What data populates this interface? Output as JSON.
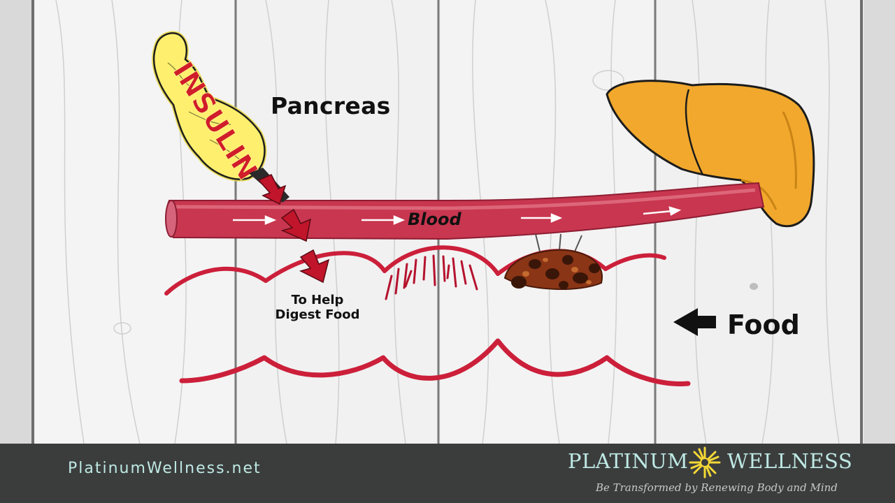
{
  "diagram": {
    "pancreas_label": "Pancreas",
    "insulin_text": "INSULIN",
    "blood_label": "Blood",
    "help_label": "To Help Digest Food",
    "food_label": "Food"
  },
  "footer": {
    "site_url": "PlatinumWellness.net",
    "brand_left": "PLATINUM",
    "brand_right": "WELLNESS",
    "tagline": "Be Transformed by Renewing Body and Mind"
  },
  "colors": {
    "vessel": "#c8364f",
    "intestine": "#cc1f3a",
    "insulin_arrow": "#c0152a",
    "liver": "#f2a82c",
    "pancreas": "#ffef6e",
    "footer_bg": "#3b3d3d",
    "brand_text": "#bfe9e4",
    "flower": "#f4d835"
  },
  "icons": [
    "insulin-arrow-icon",
    "food-arrow-icon",
    "flower-logo-icon"
  ]
}
